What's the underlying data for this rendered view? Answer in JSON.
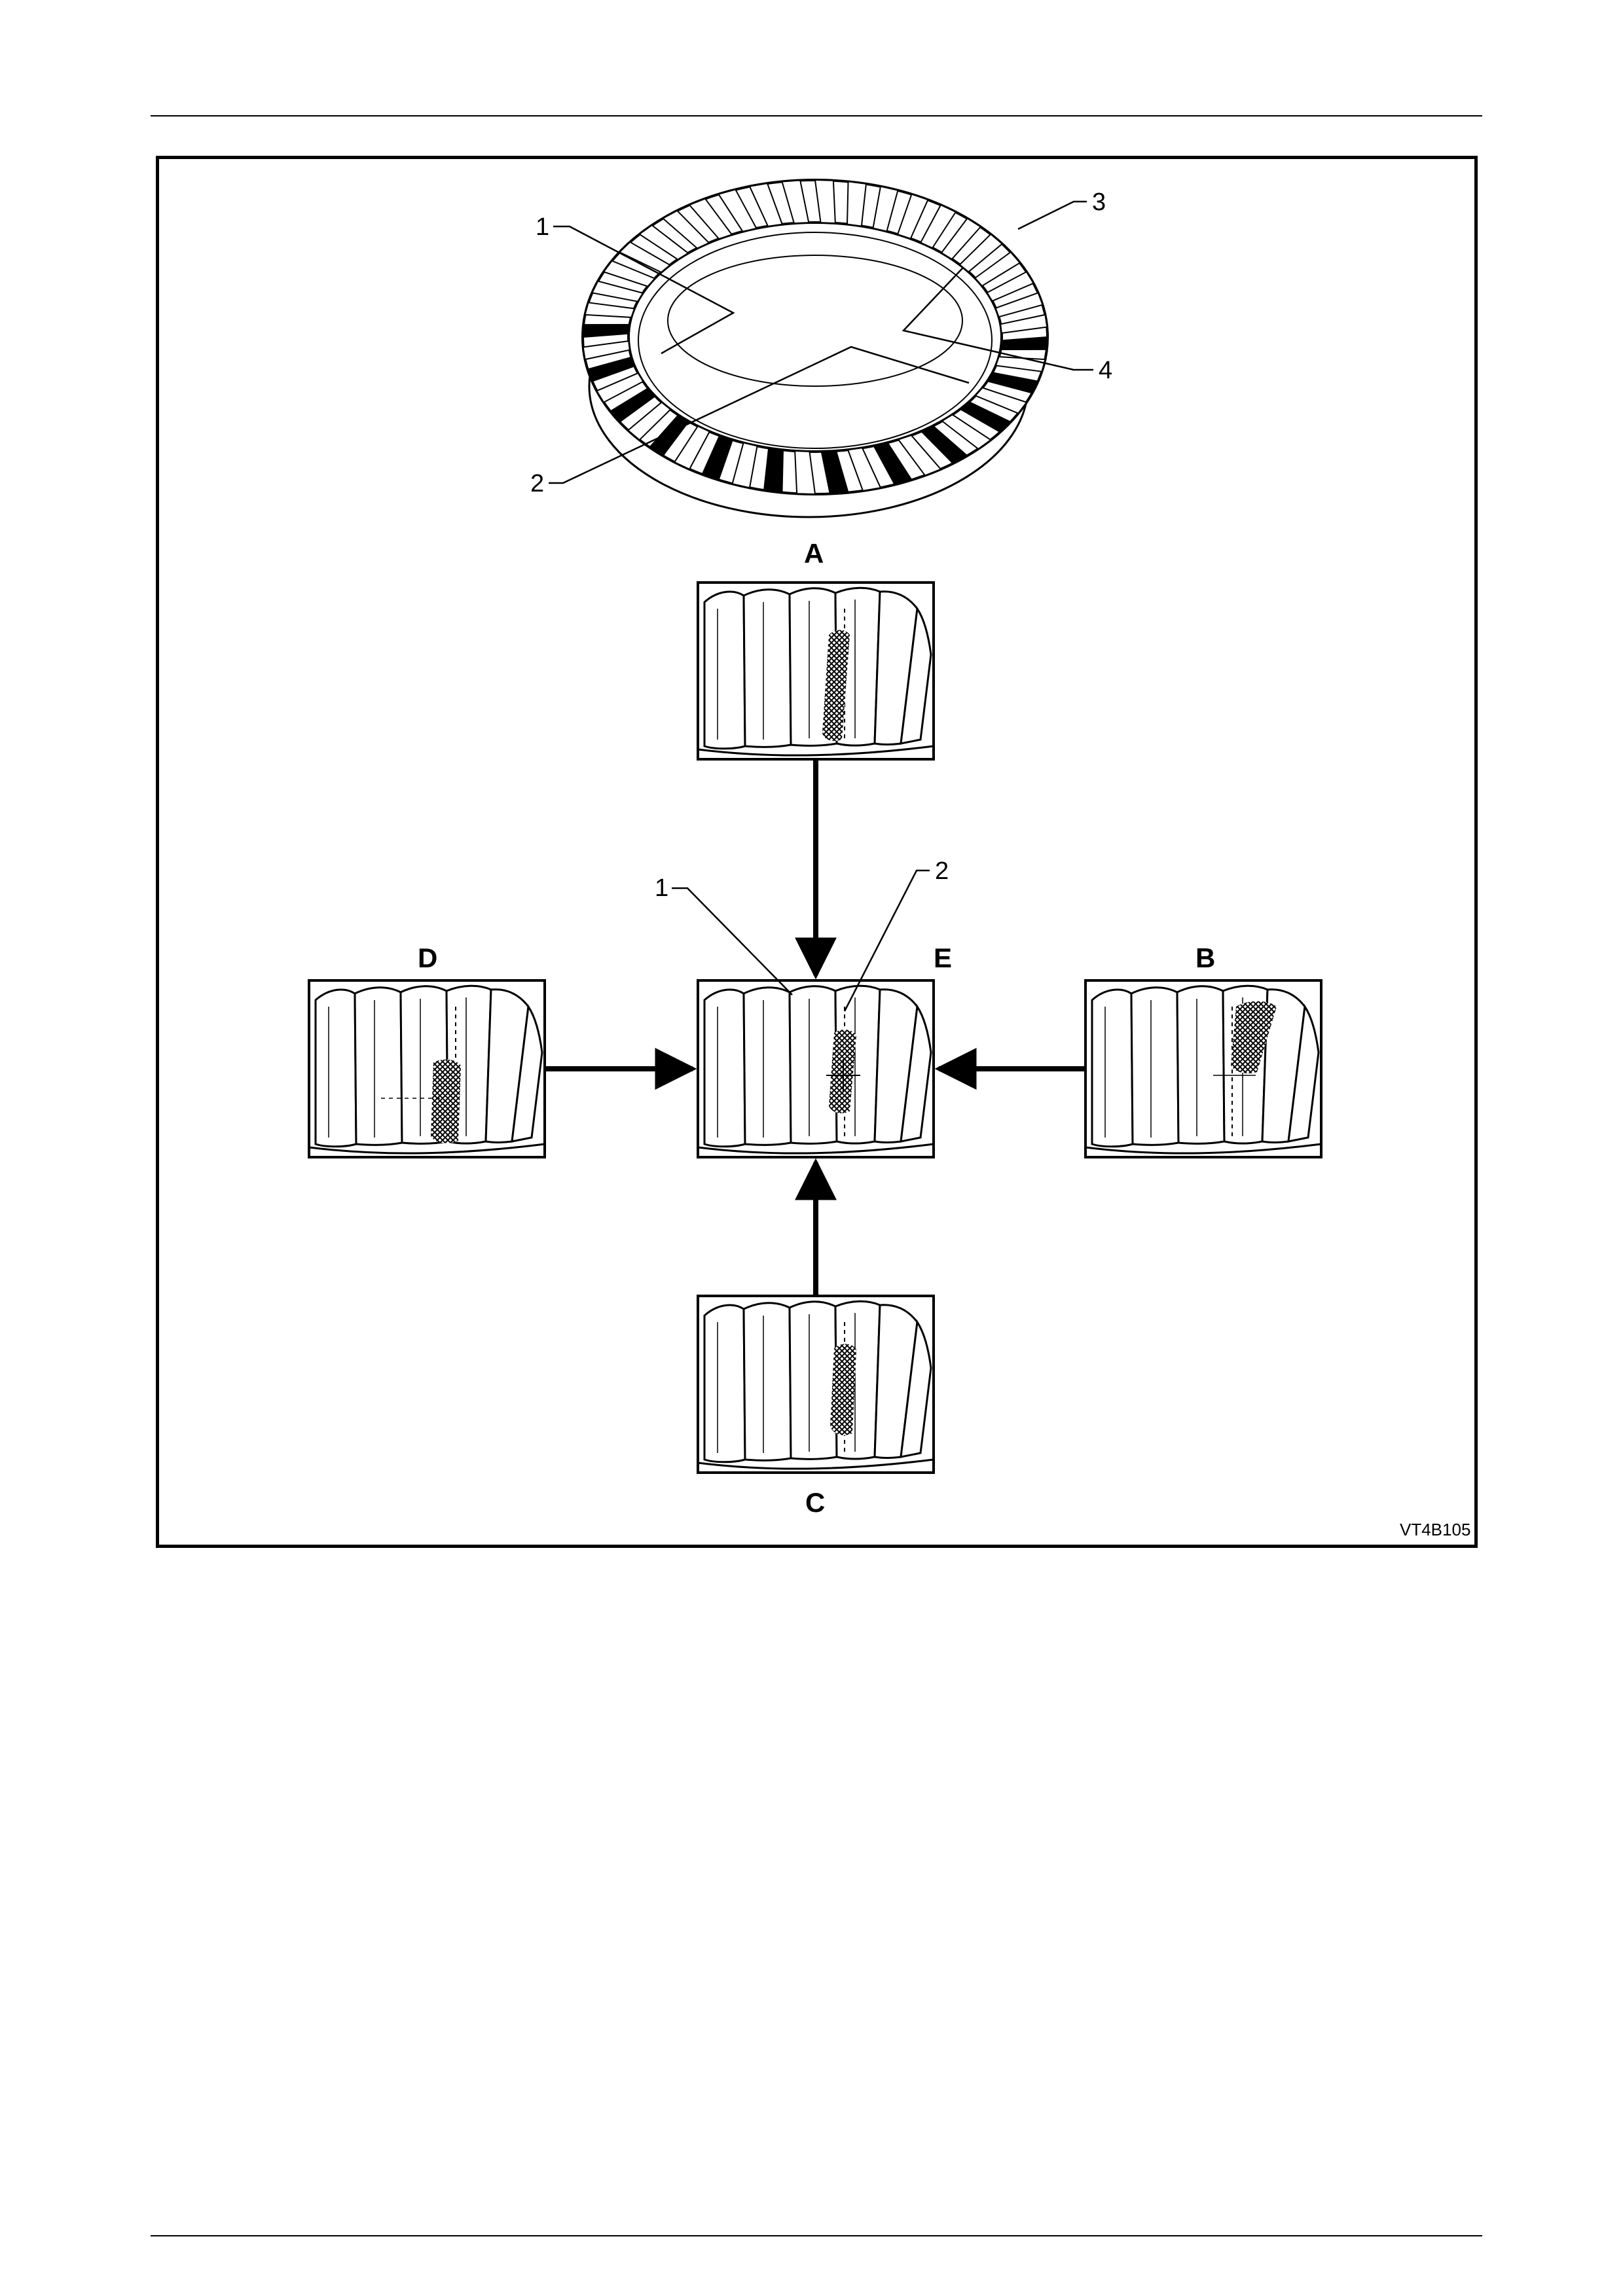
{
  "figure": {
    "code": "VT4B105",
    "ring_gear_callouts": [
      "1",
      "2",
      "3",
      "4"
    ],
    "panel_labels": {
      "a": "A",
      "b": "B",
      "c": "C",
      "d": "D",
      "e": "E"
    },
    "center_panel_callouts": [
      "1",
      "2"
    ]
  }
}
